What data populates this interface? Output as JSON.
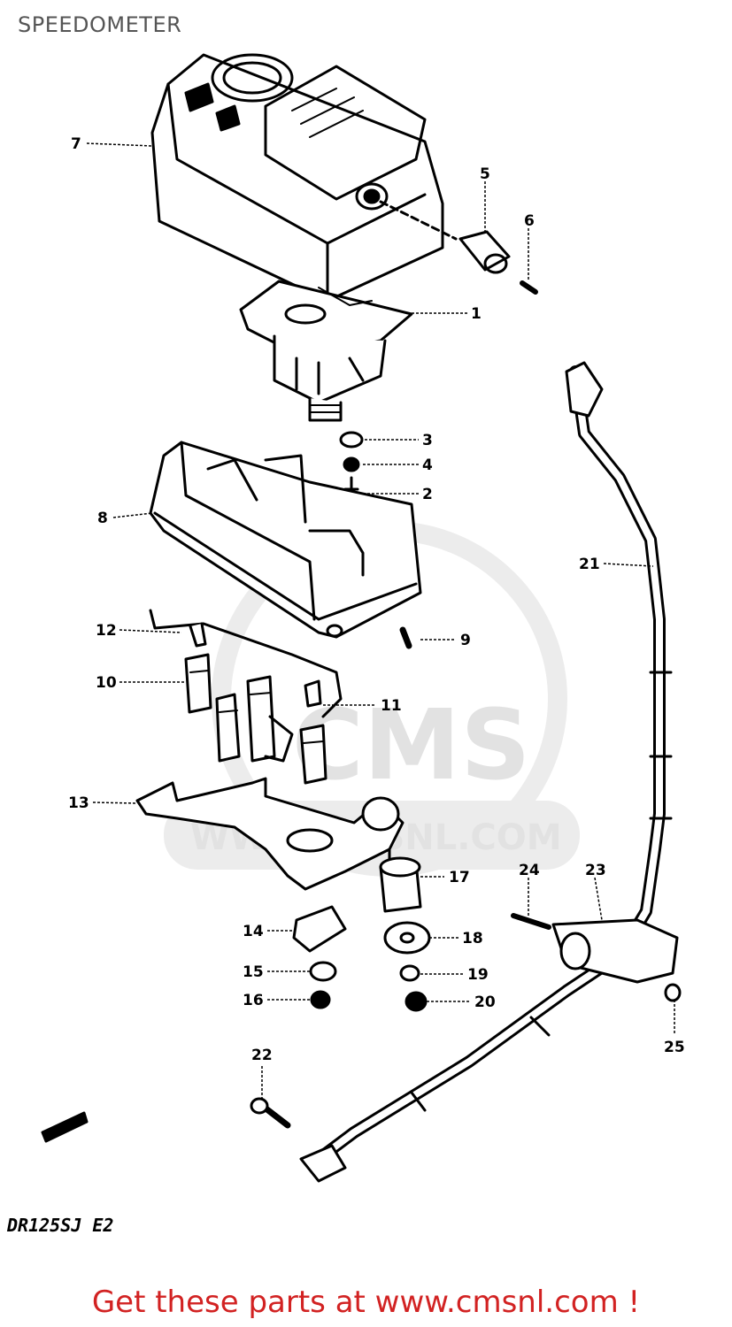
{
  "title": "SPEEDOMETER",
  "model_code": "DR125SJ E2",
  "cta": "Get these parts at www.cmsnl.com !",
  "watermark": {
    "brand": "CMS",
    "url": "WWW.CMSNL.COM"
  },
  "callouts": [
    {
      "num": "1"
    },
    {
      "num": "2"
    },
    {
      "num": "3"
    },
    {
      "num": "4"
    },
    {
      "num": "5"
    },
    {
      "num": "6"
    },
    {
      "num": "7"
    },
    {
      "num": "8"
    },
    {
      "num": "9"
    },
    {
      "num": "10"
    },
    {
      "num": "11"
    },
    {
      "num": "12"
    },
    {
      "num": "13"
    },
    {
      "num": "14"
    },
    {
      "num": "15"
    },
    {
      "num": "16"
    },
    {
      "num": "17"
    },
    {
      "num": "18"
    },
    {
      "num": "19"
    },
    {
      "num": "20"
    },
    {
      "num": "21"
    },
    {
      "num": "22"
    },
    {
      "num": "23"
    },
    {
      "num": "24"
    },
    {
      "num": "25"
    }
  ],
  "colors": {
    "cta": "#d22222",
    "title": "#555555",
    "line": "#000000",
    "watermark": "#e2e2e2"
  }
}
